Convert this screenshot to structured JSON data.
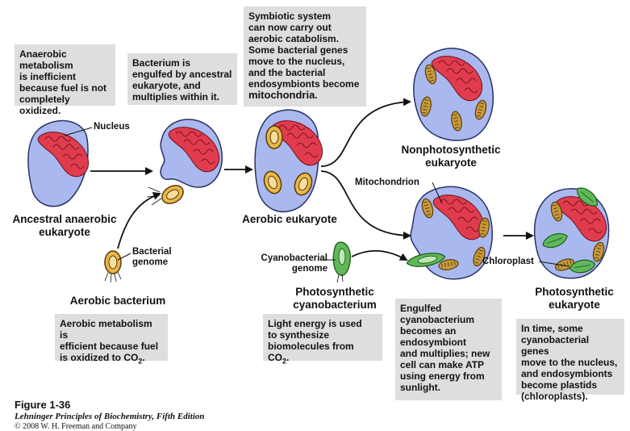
{
  "boxes": {
    "anaerobic_note": "Anaerobic\nmetabolism\nis inefficient\nbecause fuel is not\ncompletely oxidized.",
    "engulf_note": "Bacterium is\nengulfed by ancestral\neukaryote, and\nmultiplies within it.",
    "symbiotic_note": "Symbiotic system\ncan now carry out\naerobic catabolism.\nSome bacterial genes\nmove to the nucleus,\nand the bacterial\nendosymbionts become",
    "symbiotic_note_bold": "mitochondria",
    "aerobic_note_text": "Aerobic metabolism is\nefficient because fuel\nis oxidized to CO",
    "light_note_text": "Light energy is used\nto synthesize\nbiomolecules from CO",
    "cyano_note": "Engulfed\ncyanobacterium\nbecomes an\nendosymbiont\nand multiplies; new\ncell can make ATP\nusing energy from\nsunlight.",
    "plastid_note_text": "In time, some\ncyanobacterial genes\nmove to the nucleus,\nand endosymbionts\nbecome",
    "plastid_note_bold1": "plastids",
    "plastid_note_bold2": "(chloroplasts).",
    "sub2": "2",
    "period": "."
  },
  "labels": {
    "nucleus": "Nucleus",
    "ancestral": "Ancestral anaerobic\neukaryote",
    "bacterial_genome": "Bacterial\ngenome",
    "aerobic_bacterium": "Aerobic bacterium",
    "aerobic_eukaryote": "Aerobic eukaryote",
    "nonphoto": "Nonphotosynthetic\neukaryote",
    "mitochondrion": "Mitochondrion",
    "cyano_genome": "Cyanobacterial\ngenome",
    "photo_cyano": "Photosynthetic\ncyanobacterium",
    "chloroplast": "Chloroplast",
    "photo_eukaryote": "Photosynthetic\neukaryote"
  },
  "caption": {
    "figure": "Figure 1-36",
    "book": "Lehninger Principles of Biochemistry, Fifth Edition",
    "copyright": "© 2008 W. H. Freeman and Company"
  },
  "colors": {
    "cell": "#a9b8ee",
    "cell_stroke": "#2a3264",
    "nucleus": "#e03c4e",
    "mito": "#c79a3c",
    "chloro": "#5fb85a",
    "box": "#dedede"
  }
}
